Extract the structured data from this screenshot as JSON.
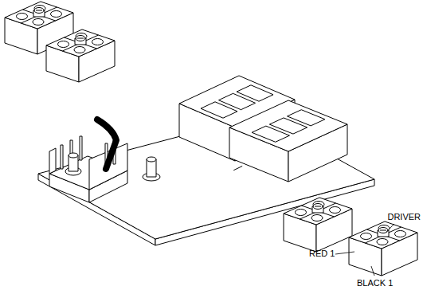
{
  "diagram": {
    "labels": [
      "DRIVER",
      "RED 1",
      "BLACK 1"
    ]
  }
}
